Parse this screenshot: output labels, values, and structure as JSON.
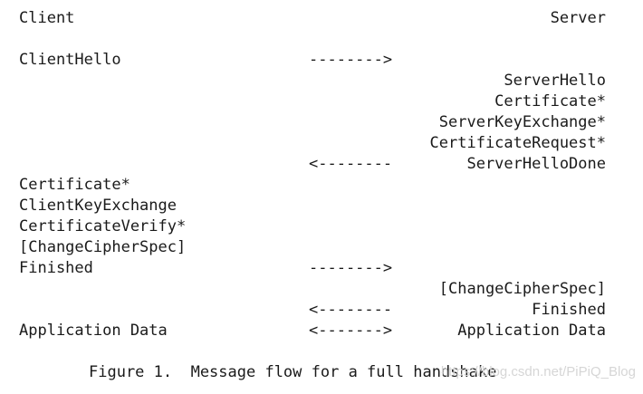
{
  "header": {
    "client": "Client",
    "server": "Server"
  },
  "rows": [
    {
      "left": "ClientHello",
      "arrow": "-------->",
      "right": ""
    },
    {
      "left": "",
      "arrow": "",
      "right": "ServerHello"
    },
    {
      "left": "",
      "arrow": "",
      "right": "Certificate*"
    },
    {
      "left": "",
      "arrow": "",
      "right": "ServerKeyExchange*"
    },
    {
      "left": "",
      "arrow": "",
      "right": "CertificateRequest*"
    },
    {
      "left": "",
      "arrow": "<--------",
      "right": "ServerHelloDone"
    },
    {
      "left": "Certificate*",
      "arrow": "",
      "right": ""
    },
    {
      "left": "ClientKeyExchange",
      "arrow": "",
      "right": ""
    },
    {
      "left": "CertificateVerify*",
      "arrow": "",
      "right": ""
    },
    {
      "left": "[ChangeCipherSpec]",
      "arrow": "",
      "right": ""
    },
    {
      "left": "Finished",
      "arrow": "-------->",
      "right": ""
    },
    {
      "left": "",
      "arrow": "",
      "right": "[ChangeCipherSpec]"
    },
    {
      "left": "",
      "arrow": "<--------",
      "right": "Finished"
    },
    {
      "left": "Application Data",
      "arrow": "<------->",
      "right": "Application Data"
    }
  ],
  "caption": "Figure 1.  Message flow for a full handshake",
  "watermark": "https://blog.csdn.net/PiPiQ_Blog"
}
